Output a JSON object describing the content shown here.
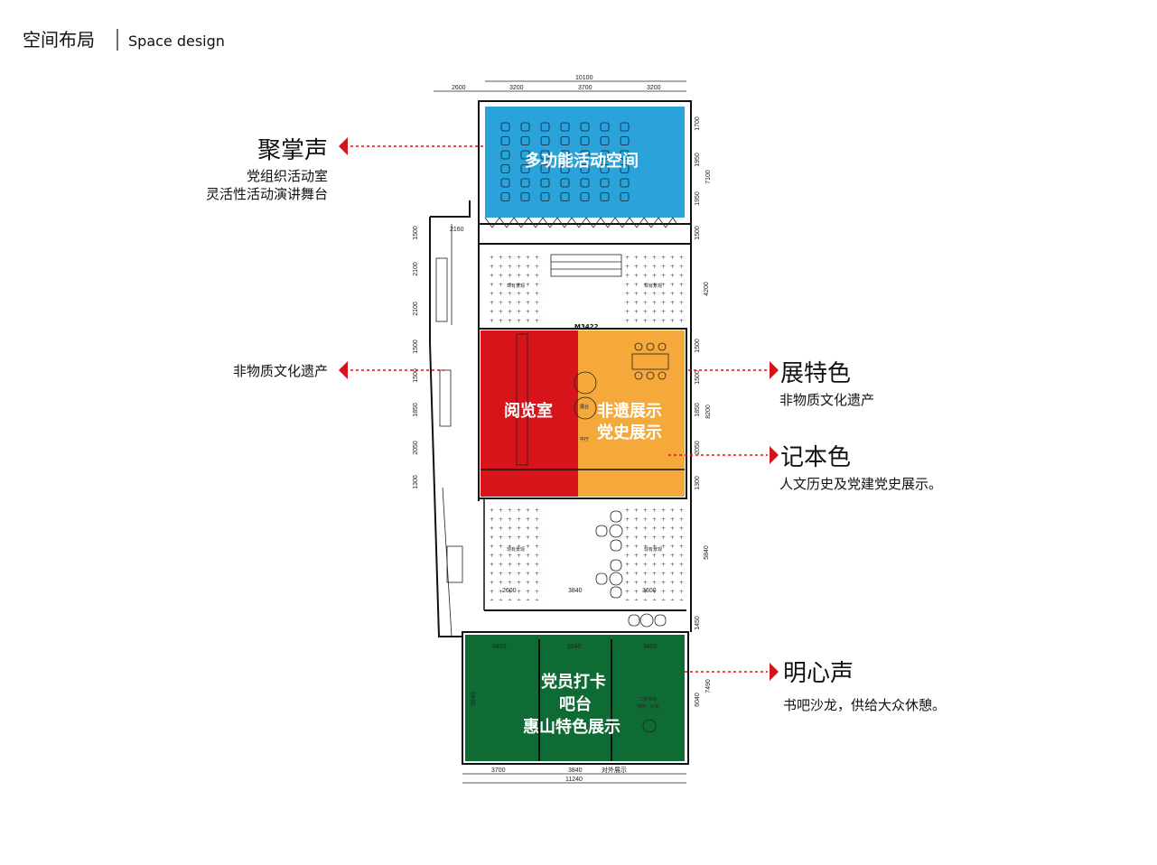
{
  "header": {
    "title_cn": "空间布局",
    "title_en": "Space design"
  },
  "rooms": {
    "multi": "多功能活动空间",
    "reading": "阅览室",
    "heritage": "非遗展示",
    "party_history": "党史展示",
    "green_line1": "党员打卡",
    "green_line2": "吧台",
    "green_line3": "惠山特色展示",
    "m3422": "M3422",
    "lobby": "中厅",
    "stage": "展台",
    "book_room": "二泉书场",
    "book_room_sub": "书吧、沙龙",
    "landscape": "现有景观",
    "external": "对外展示"
  },
  "dimensions": {
    "top_total": "10100",
    "top_left": "2600",
    "top_a": "3200",
    "top_b": "3700",
    "top_c": "3200",
    "corr": "2160",
    "r1": "1700",
    "r2": "1950",
    "r3": "1950",
    "r_total1": "7100",
    "r4": "1500",
    "r5": "4200",
    "r6": "1500",
    "r7": "1500",
    "r8": "1850",
    "r9": "2050",
    "r10": "1300",
    "r_total2": "8200",
    "r11": "5840",
    "r12": "1450",
    "r13": "6040",
    "r_total3": "7490",
    "l1": "1500",
    "l2": "2100",
    "l3": "2100",
    "l4": "1500",
    "l5": "1500",
    "l6": "1850",
    "l7": "2050",
    "l8": "1300",
    "mid_a": "2600",
    "mid_b": "3840",
    "mid_c": "3600",
    "g_a": "3400",
    "g_b": "3540",
    "g_c": "3400",
    "g_side": "5840",
    "b_a": "3700",
    "b_b": "3840",
    "b_total": "11240"
  },
  "annotations": [
    {
      "title": "聚掌声",
      "lines": [
        "党组织活动室",
        "灵活性活动演讲舞台"
      ]
    },
    {
      "title": "",
      "lines": [
        "非物质文化遗产"
      ]
    },
    {
      "title": "展特色",
      "lines": [
        "非物质文化遗产"
      ]
    },
    {
      "title": "记本色",
      "lines": [
        "人文历史及党建党史展示。"
      ]
    },
    {
      "title": "明心声",
      "lines": [
        "书吧沙龙，供给大众休憩。"
      ]
    }
  ],
  "colors": {
    "blue": "#2aa2da",
    "red": "#d7141a",
    "orange": "#f4a93a",
    "green": "#0f6b34",
    "pointer": "#d4141c"
  }
}
